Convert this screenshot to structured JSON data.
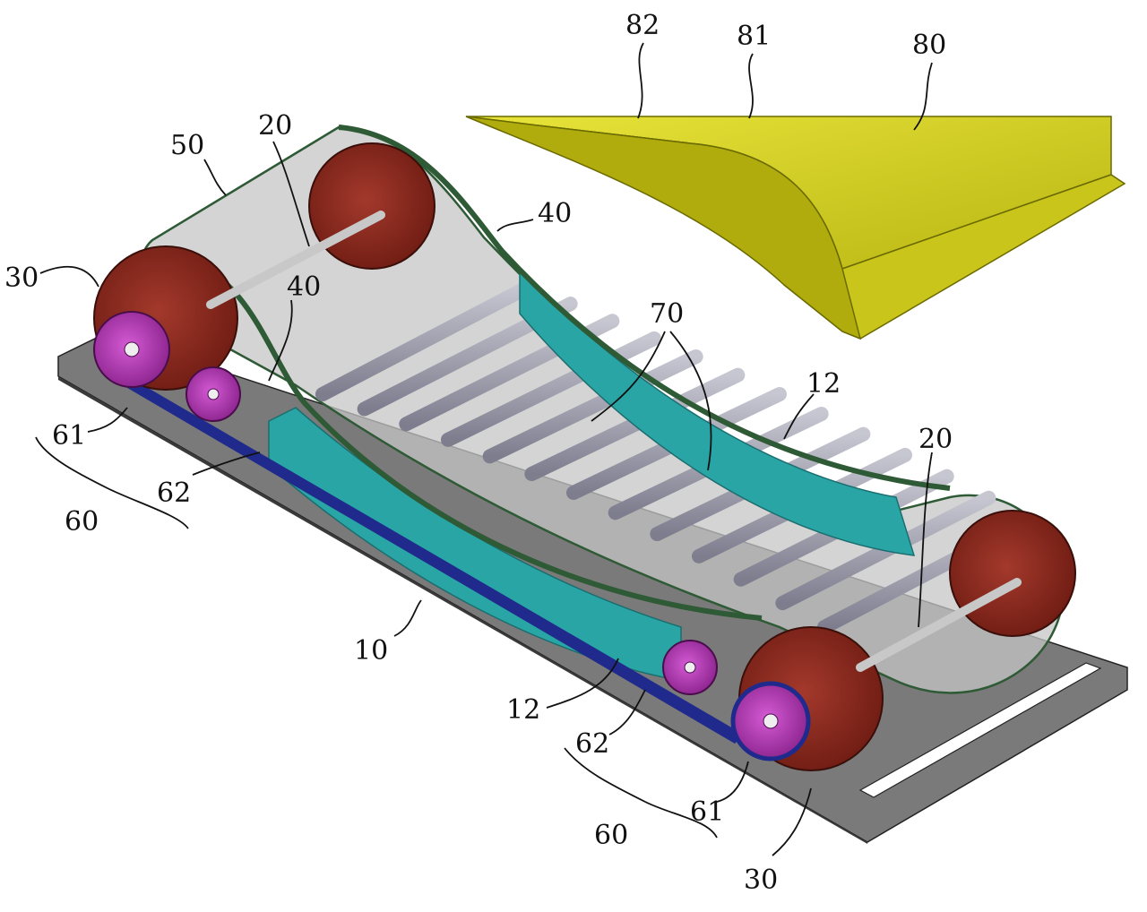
{
  "colors": {
    "frame": "#6e6e6e",
    "frame_dark": "#3a3a3a",
    "sprocket": "#8b2a1f",
    "sprocket_dark": "#5e1710",
    "belt": "#b9bcbc",
    "belt_edge": "#2f5a36",
    "side_plate": "#2aa5a5",
    "side_plate_dark": "#1b6e6f",
    "pulley": "#b52fb5",
    "pulley_dark": "#6c1670",
    "drive_belt": "#1f2a8c",
    "roller": "#9a9aa8",
    "cover": "#d7d320",
    "cover_dark": "#a6a20c"
  },
  "labels": [
    {
      "id": "82",
      "text": "82"
    },
    {
      "id": "81",
      "text": "81"
    },
    {
      "id": "80",
      "text": "80"
    },
    {
      "id": "50",
      "text": "50"
    },
    {
      "id": "20a",
      "text": "20"
    },
    {
      "id": "40a",
      "text": "40"
    },
    {
      "id": "30a",
      "text": "30"
    },
    {
      "id": "40b",
      "text": "40"
    },
    {
      "id": "70",
      "text": "70"
    },
    {
      "id": "12a",
      "text": "12"
    },
    {
      "id": "20b",
      "text": "20"
    },
    {
      "id": "61a",
      "text": "61"
    },
    {
      "id": "62a",
      "text": "62"
    },
    {
      "id": "60a",
      "text": "60"
    },
    {
      "id": "10",
      "text": "10"
    },
    {
      "id": "12b",
      "text": "12"
    },
    {
      "id": "62b",
      "text": "62"
    },
    {
      "id": "61b",
      "text": "61"
    },
    {
      "id": "60b",
      "text": "60"
    },
    {
      "id": "30b",
      "text": "30"
    }
  ]
}
